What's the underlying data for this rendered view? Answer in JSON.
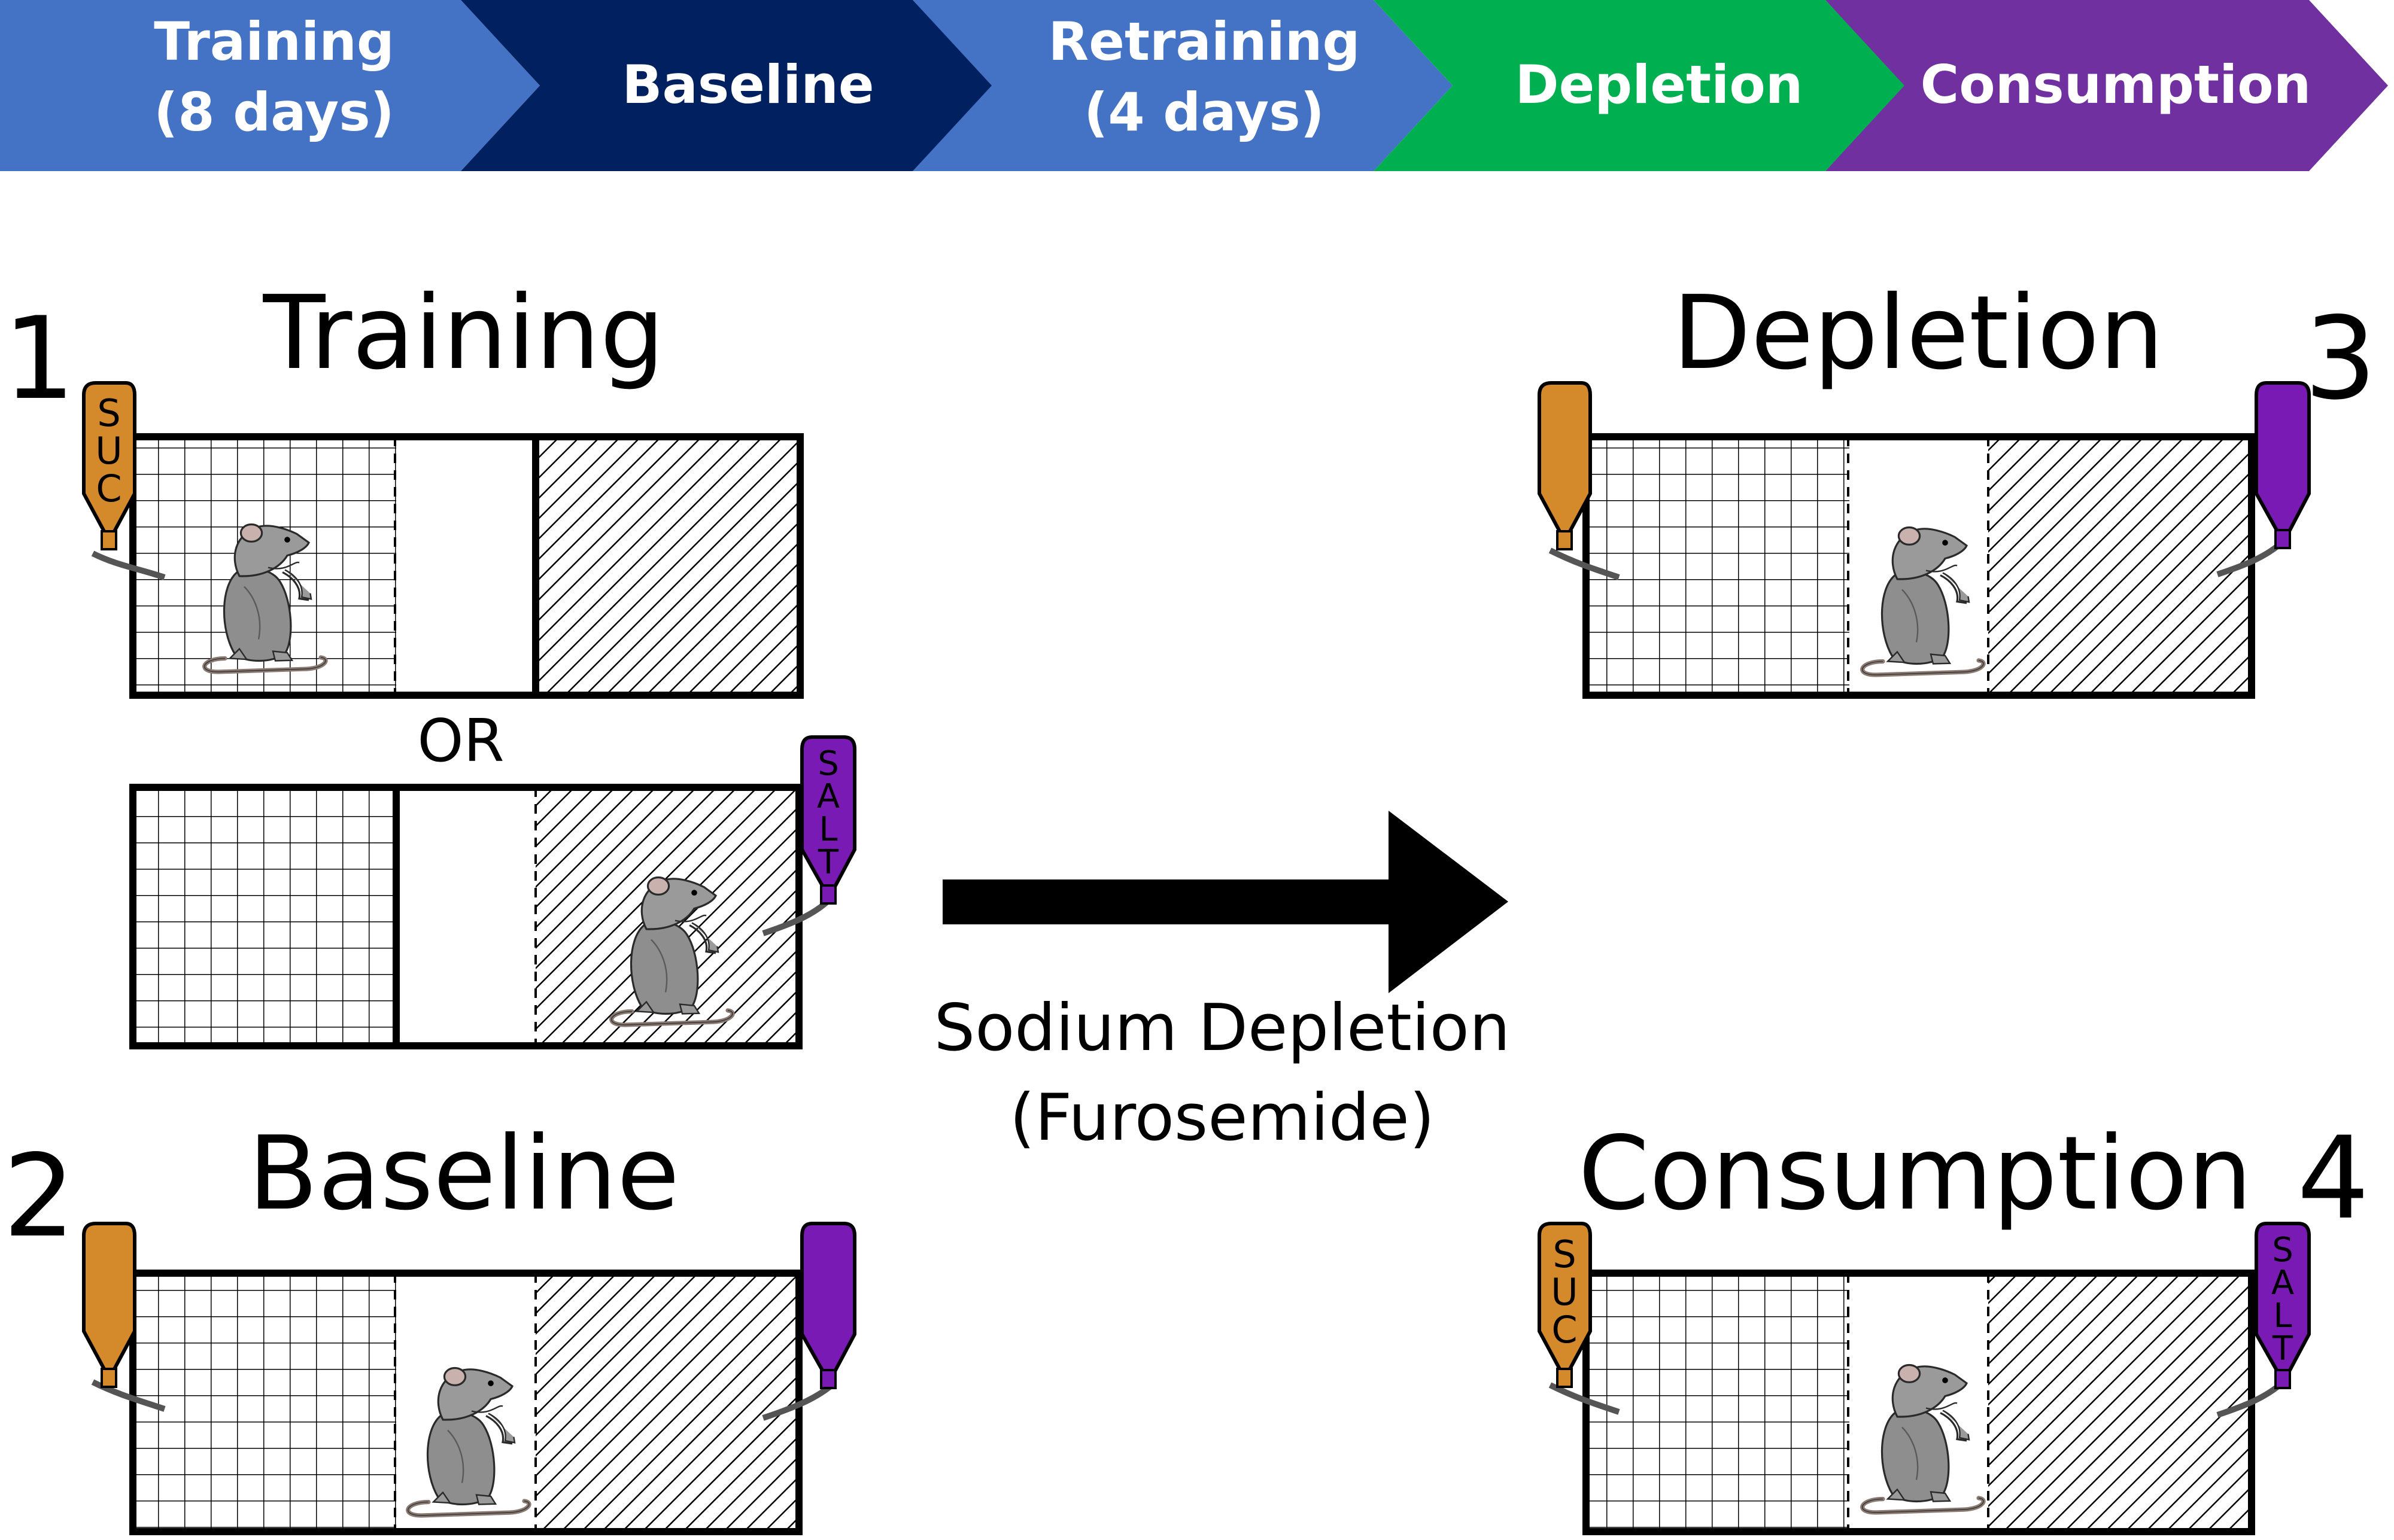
{
  "timeline": {
    "stages": [
      {
        "line1": "Training",
        "line2": "(8 days)",
        "color": "#4472C4"
      },
      {
        "line1": "Baseline",
        "line2": "",
        "color": "#002060"
      },
      {
        "line1": "Retraining",
        "line2": "(4 days)",
        "color": "#4472C4"
      },
      {
        "line1": "Depletion",
        "line2": "",
        "color": "#00B050"
      },
      {
        "line1": "Consumption",
        "line2": "",
        "color": "#7030A0"
      }
    ]
  },
  "panels": {
    "training": {
      "number": "1",
      "title": "Training",
      "or_label": "OR"
    },
    "baseline": {
      "number": "2",
      "title": "Baseline"
    },
    "depletion": {
      "number": "3",
      "title": "Depletion"
    },
    "consumption": {
      "number": "4",
      "title": "Consumption"
    }
  },
  "bottles": {
    "sucrose_label": "SUC",
    "salt_label": "SALT",
    "sucrose_color": "#D4892A",
    "salt_color": "#7A1AB5"
  },
  "arrow": {
    "line1": "Sodium Depletion",
    "line2": "(Furosemide)"
  },
  "icons": [
    "rat-icon",
    "sucrose-bottle-icon",
    "salt-bottle-icon",
    "right-arrow-icon"
  ]
}
